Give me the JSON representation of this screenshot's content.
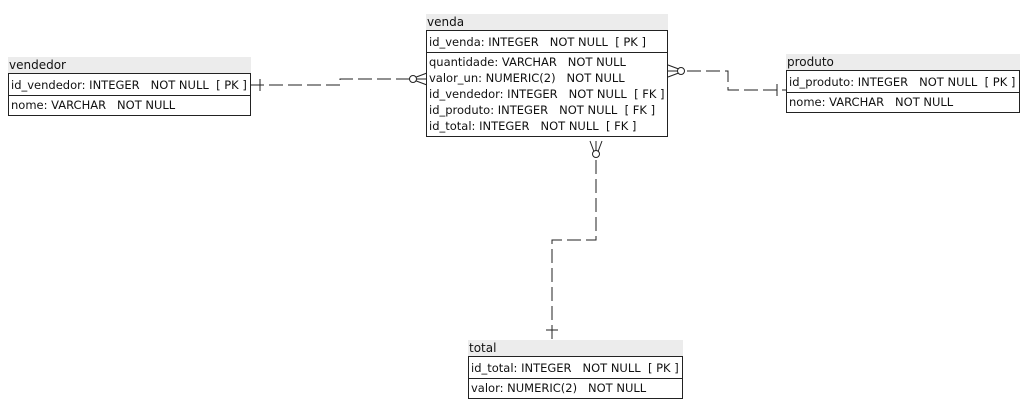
{
  "entities": {
    "vendedor": {
      "name": "vendedor",
      "pk": "id_vendedor: INTEGER   NOT NULL  [ PK ]",
      "attrs": [
        "nome: VARCHAR   NOT NULL"
      ]
    },
    "venda": {
      "name": "venda",
      "pk": "id_venda: INTEGER   NOT NULL  [ PK ]",
      "attrs": [
        "quantidade: VARCHAR   NOT NULL",
        "valor_un: NUMERIC(2)   NOT NULL",
        "id_vendedor: INTEGER   NOT NULL  [ FK ]",
        "id_produto: INTEGER   NOT NULL  [ FK ]",
        "id_total: INTEGER   NOT NULL  [ FK ]"
      ]
    },
    "produto": {
      "name": "produto",
      "pk": "id_produto: INTEGER   NOT NULL  [ PK ]",
      "attrs": [
        "nome: VARCHAR   NOT NULL"
      ]
    },
    "total": {
      "name": "total",
      "pk": "id_total: INTEGER   NOT NULL  [ PK ]",
      "attrs": [
        "valor: NUMERIC(2)   NOT NULL"
      ]
    }
  },
  "relationships": [
    {
      "from": "vendedor",
      "to": "venda",
      "from_cardinality": "one",
      "to_cardinality": "zero-or-many"
    },
    {
      "from": "produto",
      "to": "venda",
      "from_cardinality": "one",
      "to_cardinality": "zero-or-many"
    },
    {
      "from": "total",
      "to": "venda",
      "from_cardinality": "one",
      "to_cardinality": "zero-or-many"
    }
  ]
}
